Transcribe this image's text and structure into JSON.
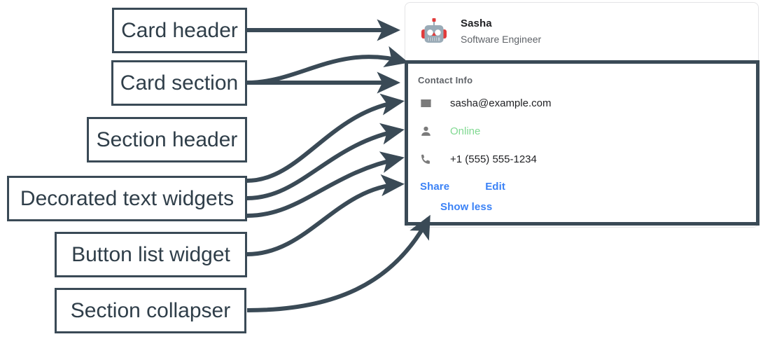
{
  "annotations": [
    {
      "label": "Card header",
      "name": "annotation-card-header"
    },
    {
      "label": "Card section",
      "name": "annotation-card-section"
    },
    {
      "label": "Section header",
      "name": "annotation-section-header"
    },
    {
      "label": "Decorated text widgets",
      "name": "annotation-decorated-text-widgets"
    },
    {
      "label": "Button list widget",
      "name": "annotation-button-list-widget"
    },
    {
      "label": "Section collapser",
      "name": "annotation-section-collapser"
    }
  ],
  "card": {
    "header": {
      "title": "Sasha",
      "subtitle": "Software Engineer",
      "avatar_icon": "robot-avatar-icon"
    },
    "section": {
      "header": "Contact Info",
      "rows": [
        {
          "icon": "mail-icon",
          "text": "sasha@example.com",
          "status": false
        },
        {
          "icon": "person-icon",
          "text": "Online",
          "status": true
        },
        {
          "icon": "phone-icon",
          "text": "+1 (555) 555-1234",
          "status": false
        }
      ],
      "buttons": [
        {
          "label": "Share"
        },
        {
          "label": "Edit"
        }
      ],
      "collapser": {
        "label": "Show less"
      }
    }
  },
  "colors": {
    "annotation_stroke": "#3a4a56",
    "link_blue": "#3b82f6",
    "status_green": "#81d992",
    "muted_text": "#5f6368",
    "primary_text": "#202124",
    "card_border": "#e4e4e6"
  }
}
